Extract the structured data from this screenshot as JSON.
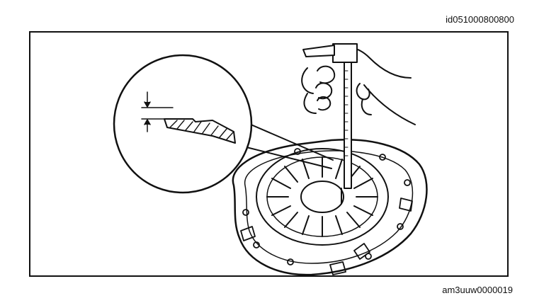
{
  "figure": {
    "id_top": "id051000800800",
    "id_bottom": "am3uuw0000019"
  },
  "colors": {
    "line": "#111111",
    "background": "#ffffff"
  },
  "icons": {
    "detail_callout": "magnifier-circle",
    "tool": "vernier-caliper",
    "part": "clutch-cover-pressure-plate"
  }
}
